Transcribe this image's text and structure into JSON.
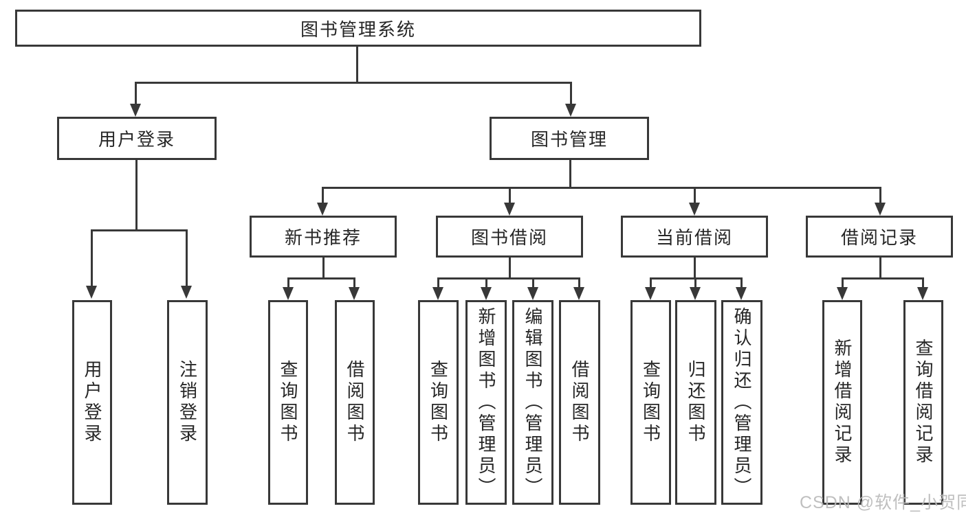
{
  "diagram": {
    "root": "图书管理系统",
    "children": [
      {
        "label": "用户登录",
        "children": [
          {
            "label": "用户登录"
          },
          {
            "label": "注销登录"
          }
        ]
      },
      {
        "label": "图书管理",
        "children": [
          {
            "label": "新书推荐",
            "children": [
              {
                "label": "查询图书"
              },
              {
                "label": "借阅图书"
              }
            ]
          },
          {
            "label": "图书借阅",
            "children": [
              {
                "label": "查询图书"
              },
              {
                "label": "新增图书（管理员）"
              },
              {
                "label": "编辑图书（管理员）"
              },
              {
                "label": "借阅图书"
              }
            ]
          },
          {
            "label": "当前借阅",
            "children": [
              {
                "label": "查询图书"
              },
              {
                "label": "归还图书"
              },
              {
                "label": "确认归还（管理员）"
              }
            ]
          },
          {
            "label": "借阅记录",
            "children": [
              {
                "label": "新增借阅记录"
              },
              {
                "label": "查询借阅记录"
              }
            ]
          }
        ]
      }
    ]
  },
  "watermark": "CSDN @软件_小贺同学",
  "colors": {
    "line": "#383838",
    "text": "#262626",
    "watermark": "#b9b9b9",
    "background": "#ffffff"
  }
}
